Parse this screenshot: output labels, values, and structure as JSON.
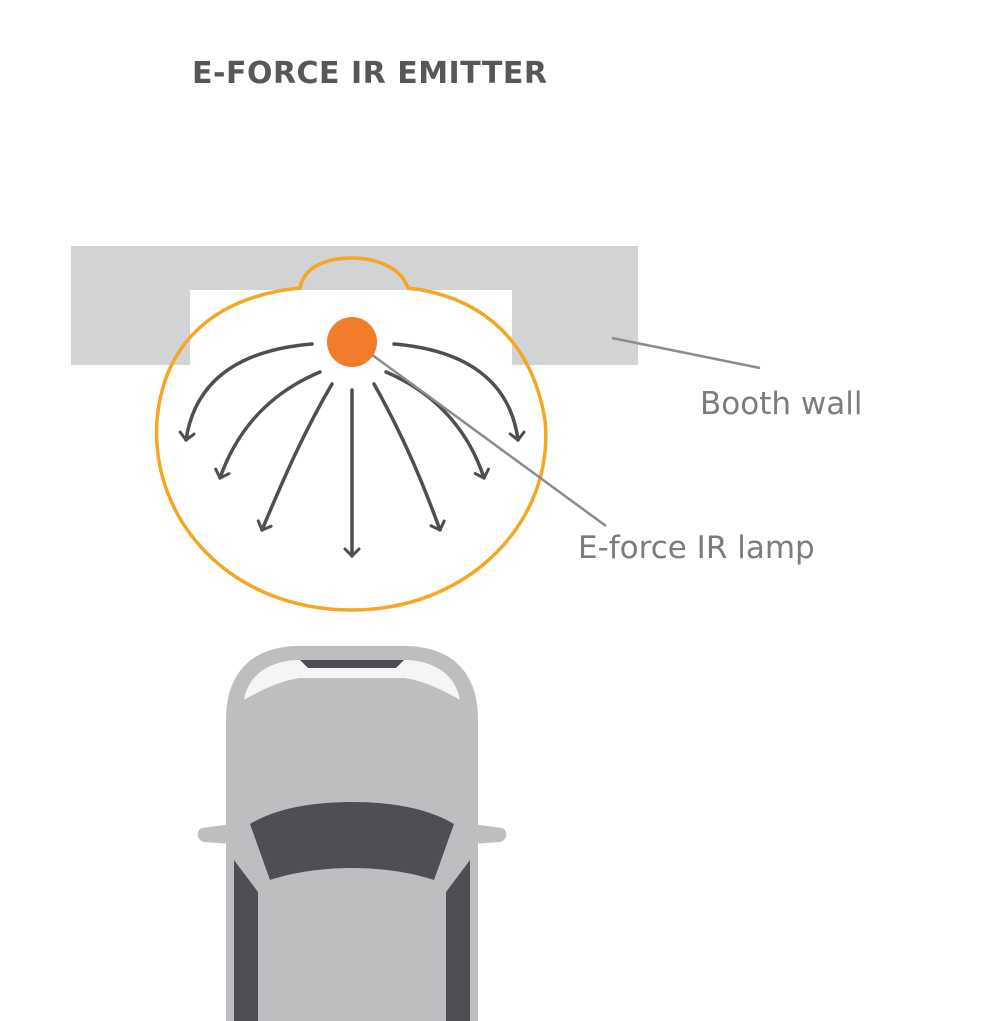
{
  "title": "E-FORCE IR EMITTER",
  "labels": {
    "booth_wall": "Booth wall",
    "lamp": "E-force IR lamp"
  },
  "colors": {
    "title_text": "#555759",
    "label_text": "#7a7c7e",
    "wall": "#d1d3d4",
    "coverage_outline": "#f5a623",
    "lamp": "#f07c2b",
    "arrows": "#4d4f52",
    "leader_lines": "#8a8c8e",
    "car_body": "#bcbec0",
    "car_glass": "#4d4f52"
  },
  "icons": {
    "lamp": "ir-lamp-icon",
    "car": "car-top-view-icon"
  }
}
